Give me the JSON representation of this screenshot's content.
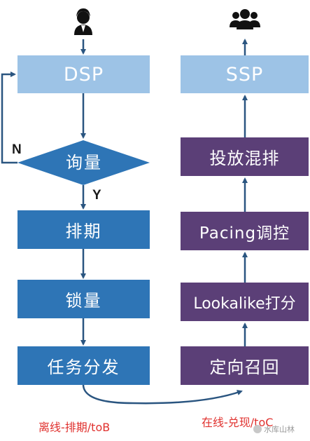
{
  "left_flow": {
    "dsp": "DSP",
    "decision": "询量",
    "no_label": "N",
    "yes_label": "Y",
    "schedule": "排期",
    "lock": "锁量",
    "dispatch": "任务分发",
    "caption": "离线-排期/toB"
  },
  "right_flow": {
    "ssp": "SSP",
    "ranking": "投放混排",
    "pacing": "Pacing调控",
    "lookalike": "Lookalike打分",
    "recall": "定向召回",
    "caption": "在线-兑现/toC"
  },
  "watermark": "水库山林",
  "colors": {
    "light_box": "#9dc3e6",
    "blue_box": "#2e75b6",
    "purple_box": "#5b3f77",
    "arrow": "#2a5580",
    "caption": "#e0312e"
  },
  "icons": {
    "left_top": "person-icon",
    "right_top": "group-icon"
  }
}
